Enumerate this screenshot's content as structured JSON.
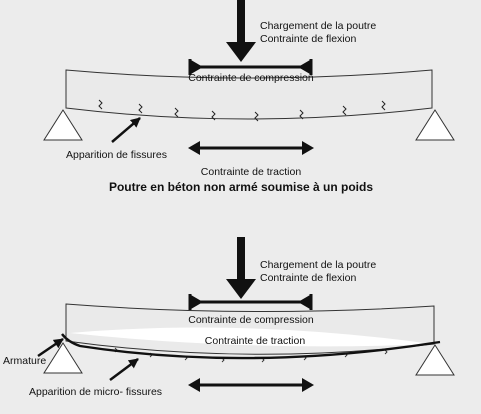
{
  "top": {
    "load_line1": "Chargement de la poutre",
    "load_line2": "Contrainte de flexion",
    "compression": "Contrainte de compression",
    "cracks": "Apparition de fissures",
    "traction": "Contrainte de traction",
    "caption": "Poutre en béton non armé soumise à un poids"
  },
  "bottom": {
    "load_line1": "Chargement de la poutre",
    "load_line2": "Contrainte de flexion",
    "compression": "Contrainte de compression",
    "traction": "Contrainte de traction",
    "armature": "Armature",
    "microcracks": "Apparition de micro- fissures"
  },
  "colors": {
    "background": "#ececec",
    "ink": "#111111",
    "support": "#ffffff",
    "beam": "#eaeaea"
  }
}
